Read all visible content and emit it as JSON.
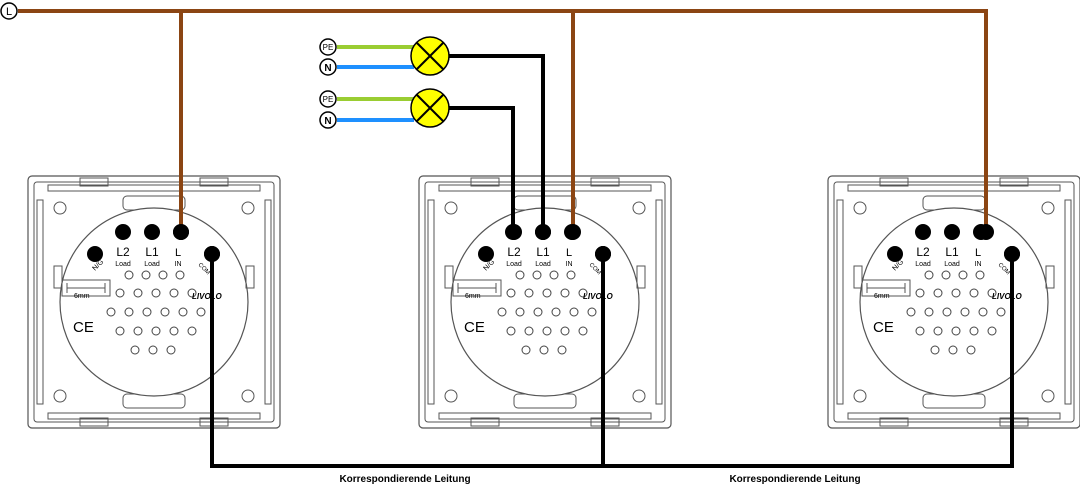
{
  "colors": {
    "live_wire": "#8B4513",
    "load_wire": "#000000",
    "neutral_wire": "#1E90FF",
    "earth_wire": "#9ACD32",
    "lamp": "#FFFF00"
  },
  "supply": {
    "line_label": "L"
  },
  "lamps": [
    {
      "pe_label": "PE",
      "n_label": "N"
    },
    {
      "pe_label": "PE",
      "n_label": "N"
    }
  ],
  "switch_labels": {
    "ng": "N/G",
    "l2": "L2",
    "l2_sub": "Load",
    "l1": "L1",
    "l1_sub": "Load",
    "l": "L",
    "l_sub": "IN",
    "com": "COM",
    "spacing": "6mm",
    "brand": "LIVOLO",
    "ce": "CE"
  },
  "traveler_labels": [
    "Korrespondierende Leitung",
    "Korrespondierende Leitung"
  ]
}
